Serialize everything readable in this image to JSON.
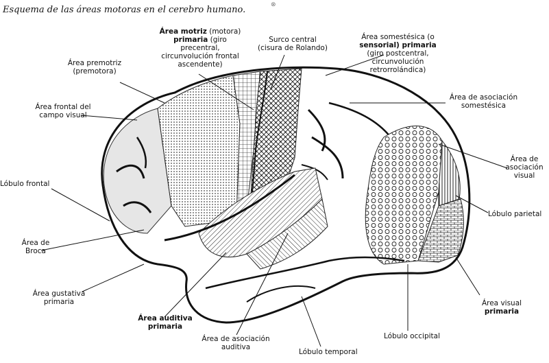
{
  "title": "Esquema de las áreas motoras en el cerebro humano.",
  "labels": {
    "motor_primary_l1": "Área motriz",
    "motor_primary_l1b": "(motora)",
    "motor_primary_l2": "primaria",
    "motor_primary_l2b": "(giro",
    "motor_primary_l3": "precentral,",
    "motor_primary_l4": "circunvolución frontal",
    "motor_primary_l5": "ascendente)",
    "central_sulcus_l1": "Surco central",
    "central_sulcus_l2": "(cisura de Rolando)",
    "somatosensory_l1": "Área somestésica (o",
    "somatosensory_l2": "sensorial) primaria",
    "somatosensory_l3": "(giro postcentral,",
    "somatosensory_l4": "circunvolución",
    "somatosensory_l5": "retrorrolándica)",
    "premotor_l1": "Área premotriz",
    "premotor_l2": "(premotora)",
    "frontal_eye_l1": "Área frontal del",
    "frontal_eye_l2": "campo visual",
    "somato_assoc_l1": "Área de asociación",
    "somato_assoc_l2": "somestésica",
    "frontal_lobe": "Lóbulo frontal",
    "visual_assoc_l1": "Área de",
    "visual_assoc_l2": "asociación",
    "visual_assoc_l3": "visual",
    "parietal_lobe": "Lóbulo parietal",
    "broca_l1": "Área de",
    "broca_l2": "Broca",
    "gustatory_l1": "Área gustativa",
    "gustatory_l2": "primaria",
    "visual_primary_l1": "Área visual",
    "visual_primary_l2": "primaria",
    "auditory_primary_l1": "Área auditiva",
    "auditory_primary_l2": "primaria",
    "occipital_lobe": "Lóbulo occipital",
    "auditory_assoc_l1": "Área de asociación",
    "auditory_assoc_l2": "auditiva",
    "temporal_lobe": "Lóbulo temporal"
  }
}
